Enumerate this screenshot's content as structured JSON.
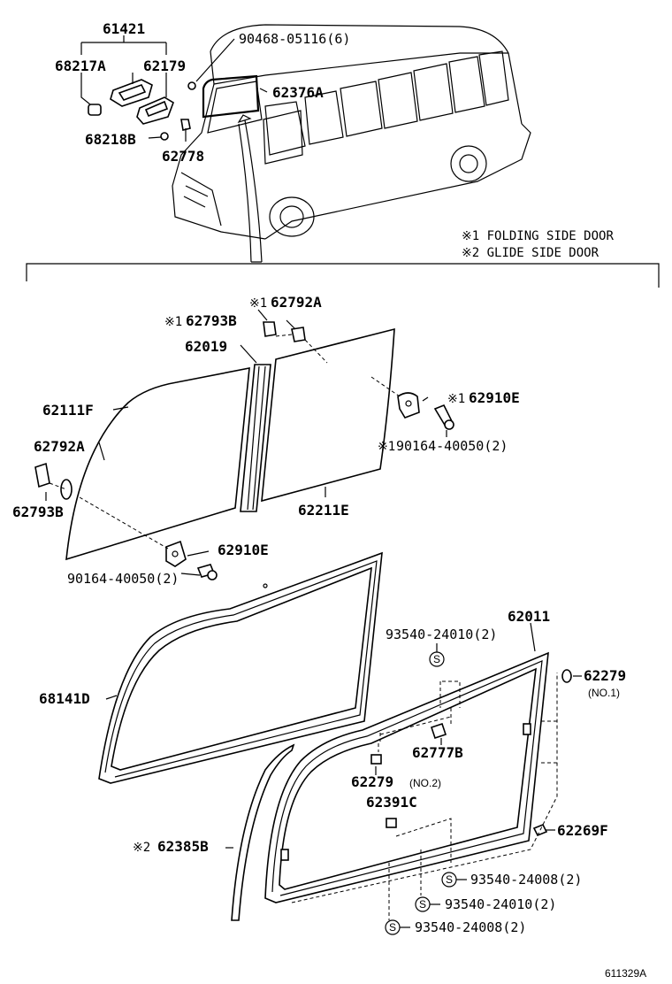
{
  "parts": {
    "p61421": "61421",
    "p68217A": "68217A",
    "p62179": "62179",
    "p68218B": "68218B",
    "p62778": "62778",
    "p90468": "90468-05116(6)",
    "p62376A": "62376A",
    "p62792A_1": "62792A",
    "p62793B_1": "62793B",
    "p62019": "62019",
    "p62111F": "62111F",
    "p62910E_1": "62910E",
    "p90164_1": "90164-40050(2)",
    "p62792A_2": "62792A",
    "p62793B_2": "62793B",
    "p62211E": "62211E",
    "p62910E_2": "62910E",
    "p90164_2": "90164-40050(2)",
    "p62011": "62011",
    "p93540_24010_a": "93540-24010(2)",
    "p68141D": "68141D",
    "p62279_1": "62279",
    "p62279_1_note": "(NO.1)",
    "p62777B": "62777B",
    "p62279_2": "62279",
    "p62279_2_note": "(NO.2)",
    "p62391C": "62391C",
    "p62385B": "62385B",
    "p62269F": "62269F",
    "p93540_24008_a": "93540-24008(2)",
    "p93540_24010_b": "93540-24010(2)",
    "p93540_24008_b": "93540-24008(2)"
  },
  "marks": {
    "mark1": "※1",
    "mark2": "※2",
    "s": "S"
  },
  "legend": {
    "line1": "※1 FOLDING SIDE DOOR",
    "line2": "※2 GLIDE SIDE DOOR"
  },
  "footer": {
    "code": "611329A"
  }
}
